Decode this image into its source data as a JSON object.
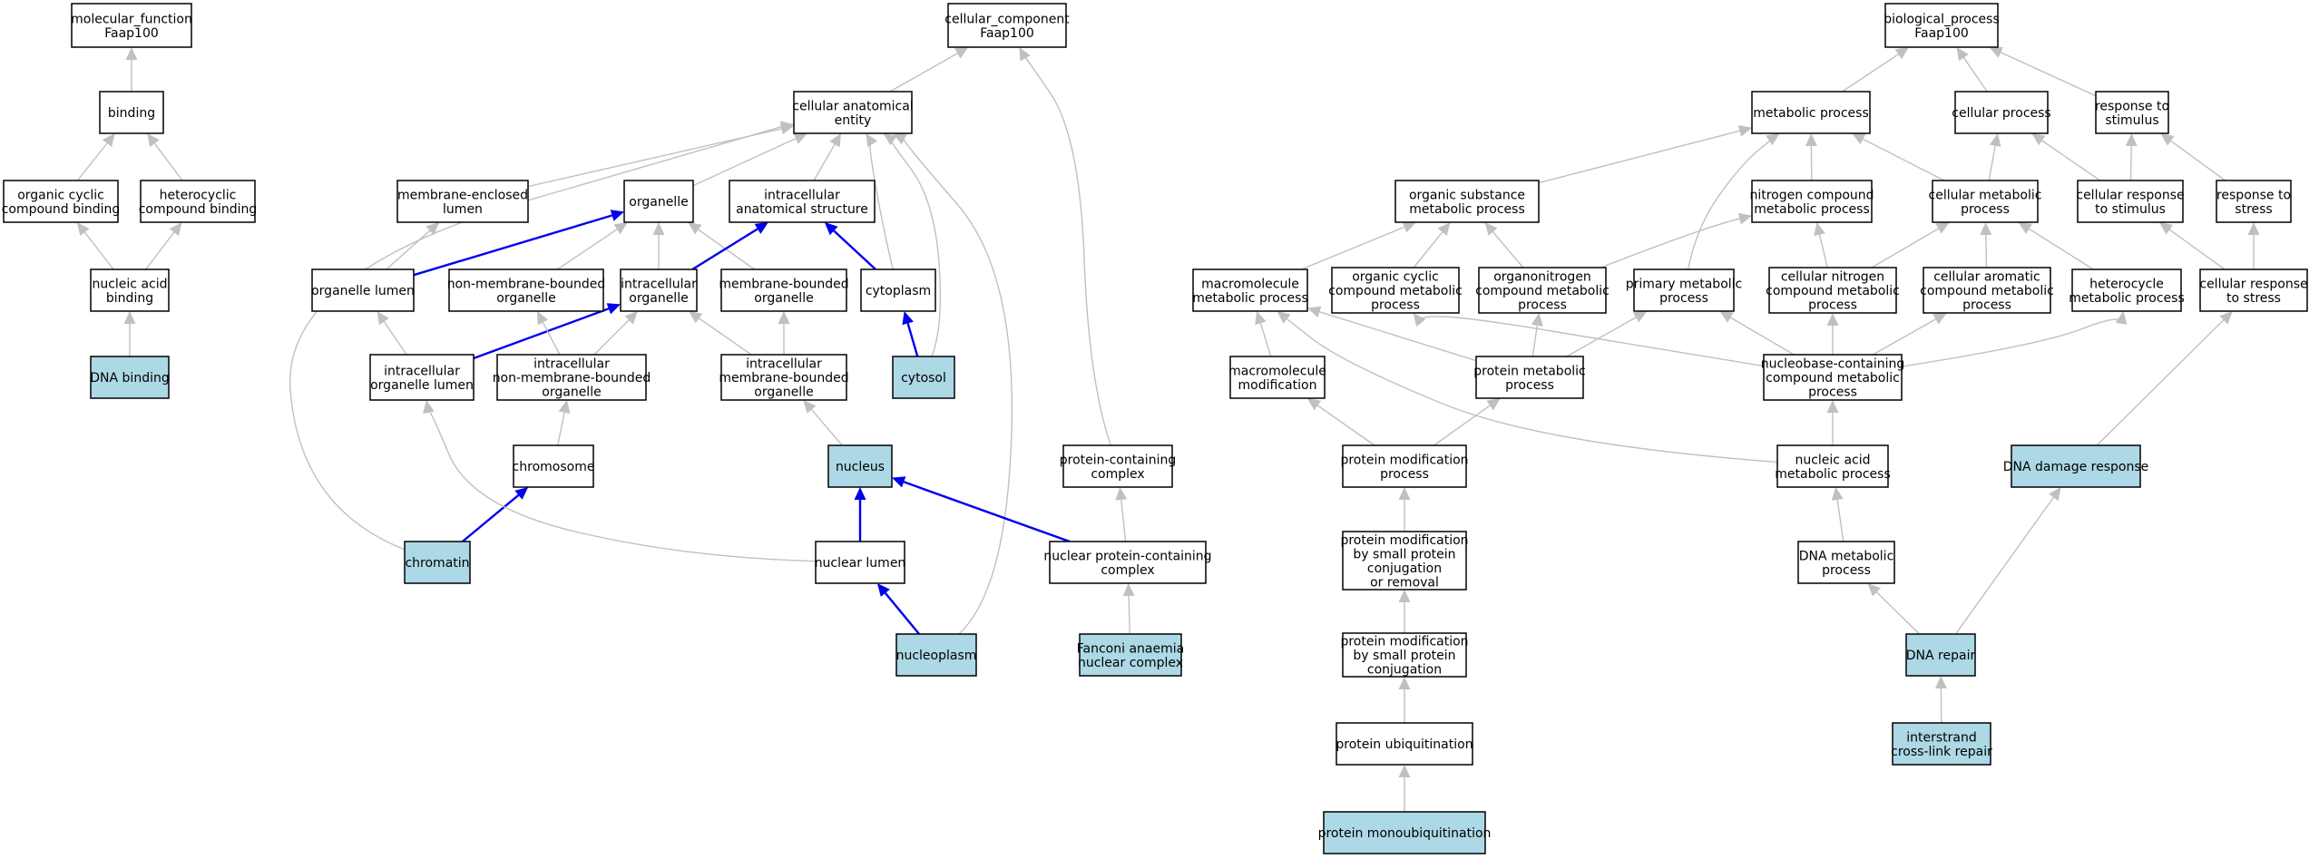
{
  "colors": {
    "node_fill": "#ffffff",
    "highlight_fill": "#add8e6",
    "node_border": "#000000",
    "edge": "#c0c0c0",
    "edge_highlight": "#0000ee"
  },
  "nodes": [
    {
      "id": "mf",
      "label": [
        "molecular_function",
        "Faap100"
      ]
    },
    {
      "id": "binding",
      "label": [
        "binding"
      ]
    },
    {
      "id": "occb",
      "label": [
        "organic cyclic",
        "compound binding"
      ]
    },
    {
      "id": "hcb",
      "label": [
        "heterocyclic",
        "compound binding"
      ]
    },
    {
      "id": "nab",
      "label": [
        "nucleic acid",
        "binding"
      ]
    },
    {
      "id": "dnab",
      "label": [
        "DNA binding"
      ],
      "highlight": true
    },
    {
      "id": "cc",
      "label": [
        "cellular_component",
        "Faap100"
      ]
    },
    {
      "id": "cae",
      "label": [
        "cellular anatomical",
        "entity"
      ]
    },
    {
      "id": "mel",
      "label": [
        "membrane-enclosed",
        "lumen"
      ]
    },
    {
      "id": "organelle",
      "label": [
        "organelle"
      ]
    },
    {
      "id": "ias",
      "label": [
        "intracellular",
        "anatomical structure"
      ]
    },
    {
      "id": "olumen",
      "label": [
        "organelle lumen"
      ]
    },
    {
      "id": "nmbo",
      "label": [
        "non-membrane-bounded",
        "organelle"
      ]
    },
    {
      "id": "io",
      "label": [
        "intracellular",
        "organelle"
      ]
    },
    {
      "id": "mbo",
      "label": [
        "membrane-bounded",
        "organelle"
      ]
    },
    {
      "id": "cytoplasm",
      "label": [
        "cytoplasm"
      ]
    },
    {
      "id": "iol",
      "label": [
        "intracellular",
        "organelle lumen"
      ]
    },
    {
      "id": "inmbo",
      "label": [
        "intracellular",
        "non-membrane-bounded",
        "organelle"
      ]
    },
    {
      "id": "imbo",
      "label": [
        "intracellular",
        "membrane-bounded",
        "organelle"
      ]
    },
    {
      "id": "cytosol",
      "label": [
        "cytosol"
      ],
      "highlight": true
    },
    {
      "id": "chromosome",
      "label": [
        "chromosome"
      ]
    },
    {
      "id": "nucleus",
      "label": [
        "nucleus"
      ],
      "highlight": true
    },
    {
      "id": "pcc",
      "label": [
        "protein-containing",
        "complex"
      ]
    },
    {
      "id": "chromatin",
      "label": [
        "chromatin"
      ],
      "highlight": true
    },
    {
      "id": "nlumen",
      "label": [
        "nuclear lumen"
      ]
    },
    {
      "id": "npcc",
      "label": [
        "nuclear protein-containing",
        "complex"
      ]
    },
    {
      "id": "nucleoplasm",
      "label": [
        "nucleoplasm"
      ],
      "highlight": true
    },
    {
      "id": "fanc",
      "label": [
        "Fanconi anaemia",
        "nuclear complex"
      ],
      "highlight": true
    },
    {
      "id": "bp",
      "label": [
        "biological_process",
        "Faap100"
      ]
    },
    {
      "id": "metab",
      "label": [
        "metabolic process"
      ]
    },
    {
      "id": "cellproc",
      "label": [
        "cellular process"
      ]
    },
    {
      "id": "rts",
      "label": [
        "response to",
        "stimulus"
      ]
    },
    {
      "id": "osmp",
      "label": [
        "organic substance",
        "metabolic process"
      ]
    },
    {
      "id": "ncmp",
      "label": [
        "nitrogen compound",
        "metabolic process"
      ]
    },
    {
      "id": "cmp",
      "label": [
        "cellular metabolic",
        "process"
      ]
    },
    {
      "id": "crts",
      "label": [
        "cellular response",
        "to stimulus"
      ]
    },
    {
      "id": "rtstress",
      "label": [
        "response to",
        "stress"
      ]
    },
    {
      "id": "mmp",
      "label": [
        "macromolecule",
        "metabolic process"
      ]
    },
    {
      "id": "occmp",
      "label": [
        "organic cyclic",
        "compound metabolic",
        "process"
      ]
    },
    {
      "id": "oncmp",
      "label": [
        "organonitrogen",
        "compound metabolic",
        "process"
      ]
    },
    {
      "id": "pmp",
      "label": [
        "primary metabolic",
        "process"
      ]
    },
    {
      "id": "cncmp",
      "label": [
        "cellular nitrogen",
        "compound metabolic",
        "process"
      ]
    },
    {
      "id": "cacmp",
      "label": [
        "cellular aromatic",
        "compound metabolic",
        "process"
      ]
    },
    {
      "id": "hmp",
      "label": [
        "heterocycle",
        "metabolic process"
      ]
    },
    {
      "id": "crtstress",
      "label": [
        "cellular response",
        "to stress"
      ]
    },
    {
      "id": "mmod",
      "label": [
        "macromolecule",
        "modification"
      ]
    },
    {
      "id": "protmp",
      "label": [
        "protein metabolic",
        "process"
      ]
    },
    {
      "id": "nbccmp",
      "label": [
        "nucleobase-containing",
        "compound metabolic",
        "process"
      ]
    },
    {
      "id": "pmodp",
      "label": [
        "protein modification",
        "process"
      ]
    },
    {
      "id": "namp",
      "label": [
        "nucleic acid",
        "metabolic process"
      ]
    },
    {
      "id": "ddr",
      "label": [
        "DNA damage response"
      ],
      "highlight": true
    },
    {
      "id": "pmsmpcr",
      "label": [
        "protein modification",
        "by small protein",
        "conjugation",
        "or removal"
      ]
    },
    {
      "id": "dnamp",
      "label": [
        "DNA metabolic",
        "process"
      ]
    },
    {
      "id": "pmspc",
      "label": [
        "protein modification",
        "by small protein",
        "conjugation"
      ]
    },
    {
      "id": "dnarepair",
      "label": [
        "DNA repair"
      ],
      "highlight": true
    },
    {
      "id": "pubiq",
      "label": [
        "protein ubiquitination"
      ]
    },
    {
      "id": "icl",
      "label": [
        "interstrand",
        "cross-link repair"
      ],
      "highlight": true
    },
    {
      "id": "pmonoubiq",
      "label": [
        "protein monoubiquitination"
      ],
      "highlight": true
    }
  ],
  "edges": [
    {
      "from": "binding",
      "to": "mf"
    },
    {
      "from": "occb",
      "to": "binding"
    },
    {
      "from": "hcb",
      "to": "binding"
    },
    {
      "from": "nab",
      "to": "occb"
    },
    {
      "from": "nab",
      "to": "hcb"
    },
    {
      "from": "dnab",
      "to": "nab"
    },
    {
      "from": "cae",
      "to": "cc"
    },
    {
      "from": "mel",
      "to": "cae"
    },
    {
      "from": "organelle",
      "to": "cae"
    },
    {
      "from": "ias",
      "to": "cae"
    },
    {
      "from": "cytoplasm",
      "to": "cae"
    },
    {
      "from": "cytosol",
      "to": "cae"
    },
    {
      "from": "chromatin",
      "to": "cae"
    },
    {
      "from": "nucleoplasm",
      "to": "cae"
    },
    {
      "from": "olumen",
      "to": "mel"
    },
    {
      "from": "olumen",
      "to": "organelle",
      "highlight": true
    },
    {
      "from": "nmbo",
      "to": "organelle"
    },
    {
      "from": "io",
      "to": "organelle"
    },
    {
      "from": "mbo",
      "to": "organelle"
    },
    {
      "from": "io",
      "to": "ias",
      "highlight": true
    },
    {
      "from": "cytoplasm",
      "to": "ias",
      "highlight": true
    },
    {
      "from": "cytosol",
      "to": "cytoplasm",
      "highlight": true
    },
    {
      "from": "iol",
      "to": "olumen"
    },
    {
      "from": "iol",
      "to": "io",
      "highlight": true
    },
    {
      "from": "inmbo",
      "to": "nmbo"
    },
    {
      "from": "inmbo",
      "to": "io"
    },
    {
      "from": "imbo",
      "to": "io"
    },
    {
      "from": "imbo",
      "to": "mbo"
    },
    {
      "from": "chromosome",
      "to": "inmbo"
    },
    {
      "from": "nucleus",
      "to": "imbo"
    },
    {
      "from": "pcc",
      "to": "cc"
    },
    {
      "from": "chromatin",
      "to": "chromosome",
      "highlight": true
    },
    {
      "from": "nlumen",
      "to": "iol"
    },
    {
      "from": "nlumen",
      "to": "nucleus",
      "highlight": true
    },
    {
      "from": "npcc",
      "to": "nucleus",
      "highlight": true
    },
    {
      "from": "npcc",
      "to": "pcc"
    },
    {
      "from": "nucleoplasm",
      "to": "nlumen",
      "highlight": true
    },
    {
      "from": "fanc",
      "to": "npcc"
    },
    {
      "from": "metab",
      "to": "bp"
    },
    {
      "from": "cellproc",
      "to": "bp"
    },
    {
      "from": "rts",
      "to": "bp"
    },
    {
      "from": "osmp",
      "to": "metab"
    },
    {
      "from": "ncmp",
      "to": "metab"
    },
    {
      "from": "cmp",
      "to": "metab"
    },
    {
      "from": "pmp",
      "to": "metab"
    },
    {
      "from": "cmp",
      "to": "cellproc"
    },
    {
      "from": "crts",
      "to": "cellproc"
    },
    {
      "from": "crts",
      "to": "rts"
    },
    {
      "from": "rtstress",
      "to": "rts"
    },
    {
      "from": "mmp",
      "to": "osmp"
    },
    {
      "from": "occmp",
      "to": "osmp"
    },
    {
      "from": "oncmp",
      "to": "osmp"
    },
    {
      "from": "oncmp",
      "to": "ncmp"
    },
    {
      "from": "cncmp",
      "to": "ncmp"
    },
    {
      "from": "cncmp",
      "to": "cmp"
    },
    {
      "from": "cacmp",
      "to": "cmp"
    },
    {
      "from": "hmp",
      "to": "cmp"
    },
    {
      "from": "crtstress",
      "to": "crts"
    },
    {
      "from": "crtstress",
      "to": "rtstress"
    },
    {
      "from": "mmod",
      "to": "mmp"
    },
    {
      "from": "protmp",
      "to": "mmp"
    },
    {
      "from": "protmp",
      "to": "oncmp"
    },
    {
      "from": "protmp",
      "to": "pmp"
    },
    {
      "from": "nbccmp",
      "to": "occmp"
    },
    {
      "from": "nbccmp",
      "to": "pmp"
    },
    {
      "from": "nbccmp",
      "to": "cncmp"
    },
    {
      "from": "nbccmp",
      "to": "cacmp"
    },
    {
      "from": "nbccmp",
      "to": "hmp"
    },
    {
      "from": "pmodp",
      "to": "mmod"
    },
    {
      "from": "pmodp",
      "to": "protmp"
    },
    {
      "from": "namp",
      "to": "mmp"
    },
    {
      "from": "namp",
      "to": "nbccmp"
    },
    {
      "from": "ddr",
      "to": "crtstress"
    },
    {
      "from": "pmsmpcr",
      "to": "pmodp"
    },
    {
      "from": "dnamp",
      "to": "namp"
    },
    {
      "from": "pmspc",
      "to": "pmsmpcr"
    },
    {
      "from": "dnarepair",
      "to": "ddr"
    },
    {
      "from": "dnarepair",
      "to": "dnamp"
    },
    {
      "from": "pubiq",
      "to": "pmspc"
    },
    {
      "from": "icl",
      "to": "dnarepair"
    },
    {
      "from": "pmonoubiq",
      "to": "pubiq"
    }
  ]
}
